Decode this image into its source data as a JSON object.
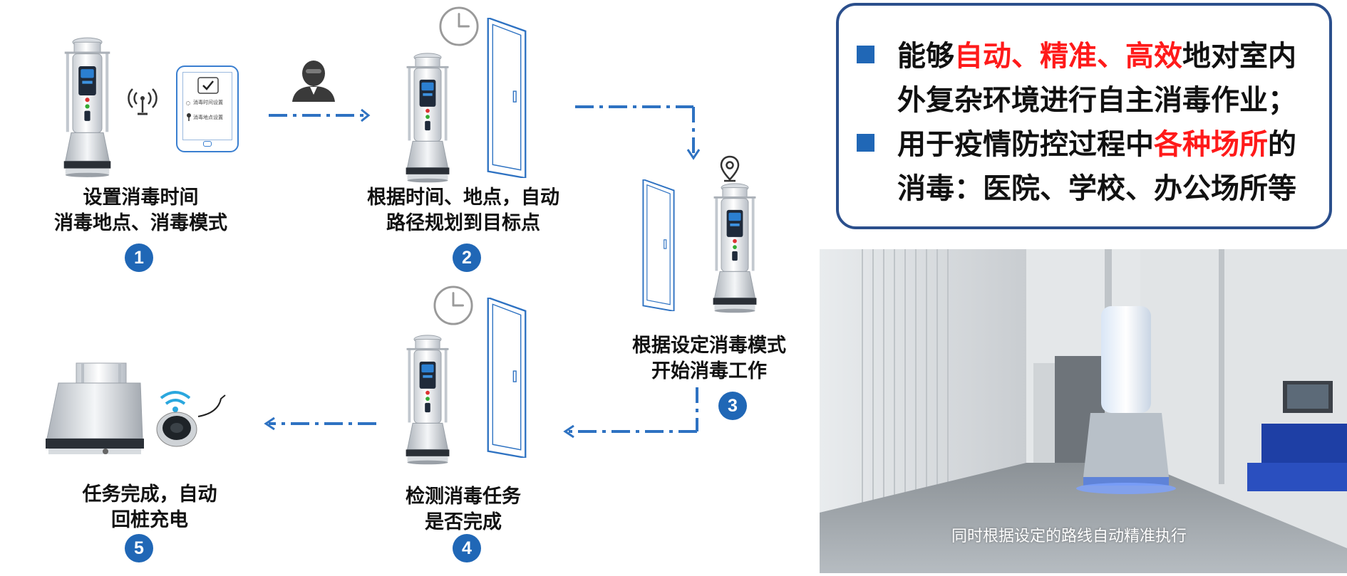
{
  "steps": [
    {
      "number": "1",
      "line1": "设置消毒时间",
      "line2": "消毒地点、消毒模式"
    },
    {
      "number": "2",
      "line1": "根据时间、地点，自动",
      "line2": "路径规划到目标点"
    },
    {
      "number": "3",
      "line1": "根据设定消毒模式",
      "line2": "开始消毒工作"
    },
    {
      "number": "4",
      "line1": "检测消毒任务",
      "line2": "是否完成"
    },
    {
      "number": "5",
      "line1": "任务完成，自动",
      "line2": "回桩充电"
    }
  ],
  "phone_screen": {
    "item1": "消毒时间设置",
    "item2": "消毒地点设置"
  },
  "info": {
    "bullet1": {
      "pre": "能够",
      "hl1": "自动",
      "sep1": "、",
      "hl2": "精准",
      "sep2": "、",
      "hl3": "高效",
      "post": "地对室内",
      "line2": "外复杂环境进行自主消毒作业；"
    },
    "bullet2": {
      "pre": "用于疫情防控过程中",
      "hl": "各种场所",
      "post": "的",
      "line2": "消毒：医院、学校、办公场所等"
    }
  },
  "photo": {
    "caption": "同时根据设定的路线自动精准执行"
  },
  "colors": {
    "accent": "#2067b6",
    "highlight": "#ff1a1a",
    "box_border": "#2b4f8c"
  }
}
